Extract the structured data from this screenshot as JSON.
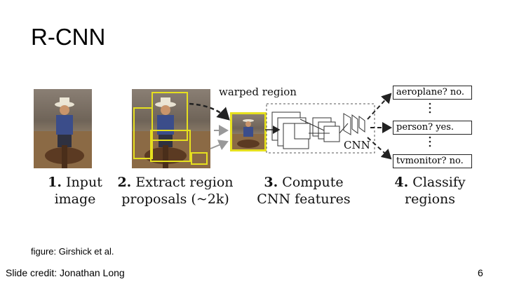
{
  "slide": {
    "title": "R-CNN",
    "figure_credit": "figure: Girshick et al.",
    "slide_credit": "Slide credit: Jonathan Long",
    "page_number": "6"
  },
  "diagram": {
    "warped_region_label": "warped region",
    "cnn_label": "CNN",
    "outputs": [
      {
        "text": "aeroplane? no."
      },
      {
        "text": "person? yes."
      },
      {
        "text": "tvmonitor? no."
      }
    ],
    "steps": [
      {
        "number": "1.",
        "line1": "Input",
        "line2": "image"
      },
      {
        "number": "2.",
        "line1": "Extract region",
        "line2": "proposals (~2k)"
      },
      {
        "number": "3.",
        "line1": "Compute",
        "line2": "CNN features"
      },
      {
        "number": "4.",
        "line1": "Classify",
        "line2": "regions"
      }
    ],
    "colors": {
      "proposal_box": "#e6e01e",
      "arrow": "#222222"
    }
  }
}
